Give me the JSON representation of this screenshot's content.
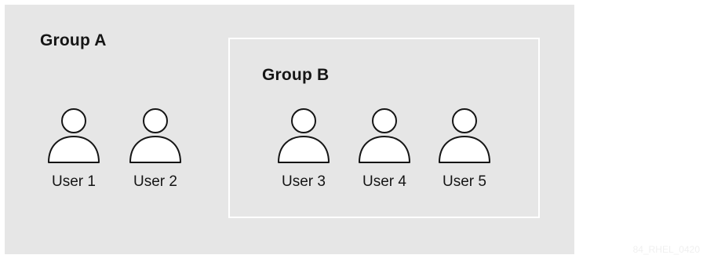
{
  "groups": {
    "a": {
      "title": "Group A"
    },
    "b": {
      "title": "Group B"
    }
  },
  "users": [
    {
      "label": "User 1",
      "icon": "user-icon"
    },
    {
      "label": "User 2",
      "icon": "user-icon"
    },
    {
      "label": "User 3",
      "icon": "user-icon"
    },
    {
      "label": "User 4",
      "icon": "user-icon"
    },
    {
      "label": "User 5",
      "icon": "user-icon"
    }
  ],
  "watermark": "84_RHEL_0420",
  "colors": {
    "group_a_background": "#e6e6e6",
    "group_b_border": "#ffffff",
    "icon_stroke": "#151515"
  }
}
